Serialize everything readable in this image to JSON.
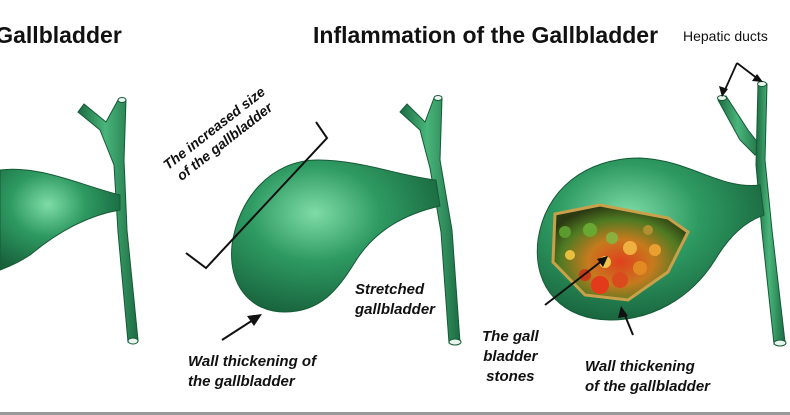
{
  "titles": {
    "healthy": "hy Gallbladder",
    "inflamed": "Inflammation of the Gallbladder"
  },
  "labels": {
    "hepatic_ducts": "Hepatic ducts",
    "increased_size": [
      "The increased size",
      "of the gallbladder"
    ],
    "stretched": [
      "Stretched",
      "gallbladder"
    ],
    "wall_thickening_middle": [
      "Wall thickening of",
      "the gallbladder"
    ],
    "gall_stones": [
      "The gall",
      "bladder",
      "stones"
    ],
    "wall_thickening_right": [
      "Wall thickening",
      "of the gallbladder"
    ]
  },
  "colors": {
    "organ": "#2e9a62",
    "organ_dark": "#1c6b42",
    "organ_light": "#6fd09a",
    "stone_red": "#d9381e",
    "stone_orange": "#f0a030",
    "stone_green": "#5aa030"
  }
}
